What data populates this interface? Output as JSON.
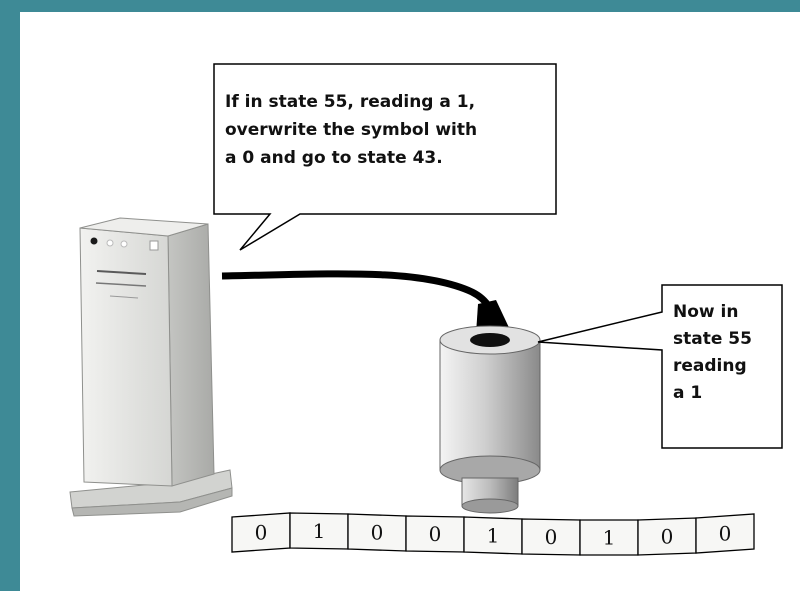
{
  "instruction_bubble": {
    "lines": [
      "If in state 55, reading a 1,",
      "overwrite the symbol with",
      "a 0 and go to state 43."
    ]
  },
  "status_bubble": {
    "lines": [
      "Now in",
      "state 55",
      "reading",
      "a 1"
    ]
  },
  "tape": {
    "cells": [
      "0",
      "1",
      "0",
      "0",
      "1",
      "0",
      "1",
      "0",
      "0"
    ]
  },
  "colors": {
    "frame": "#3e8a96",
    "computer_case": "#d9dad8",
    "head_body": "#c8c8c8",
    "cable": "#000000"
  },
  "icons": {
    "computer": "tower-computer-icon",
    "read_write_head": "read-write-head-icon"
  }
}
